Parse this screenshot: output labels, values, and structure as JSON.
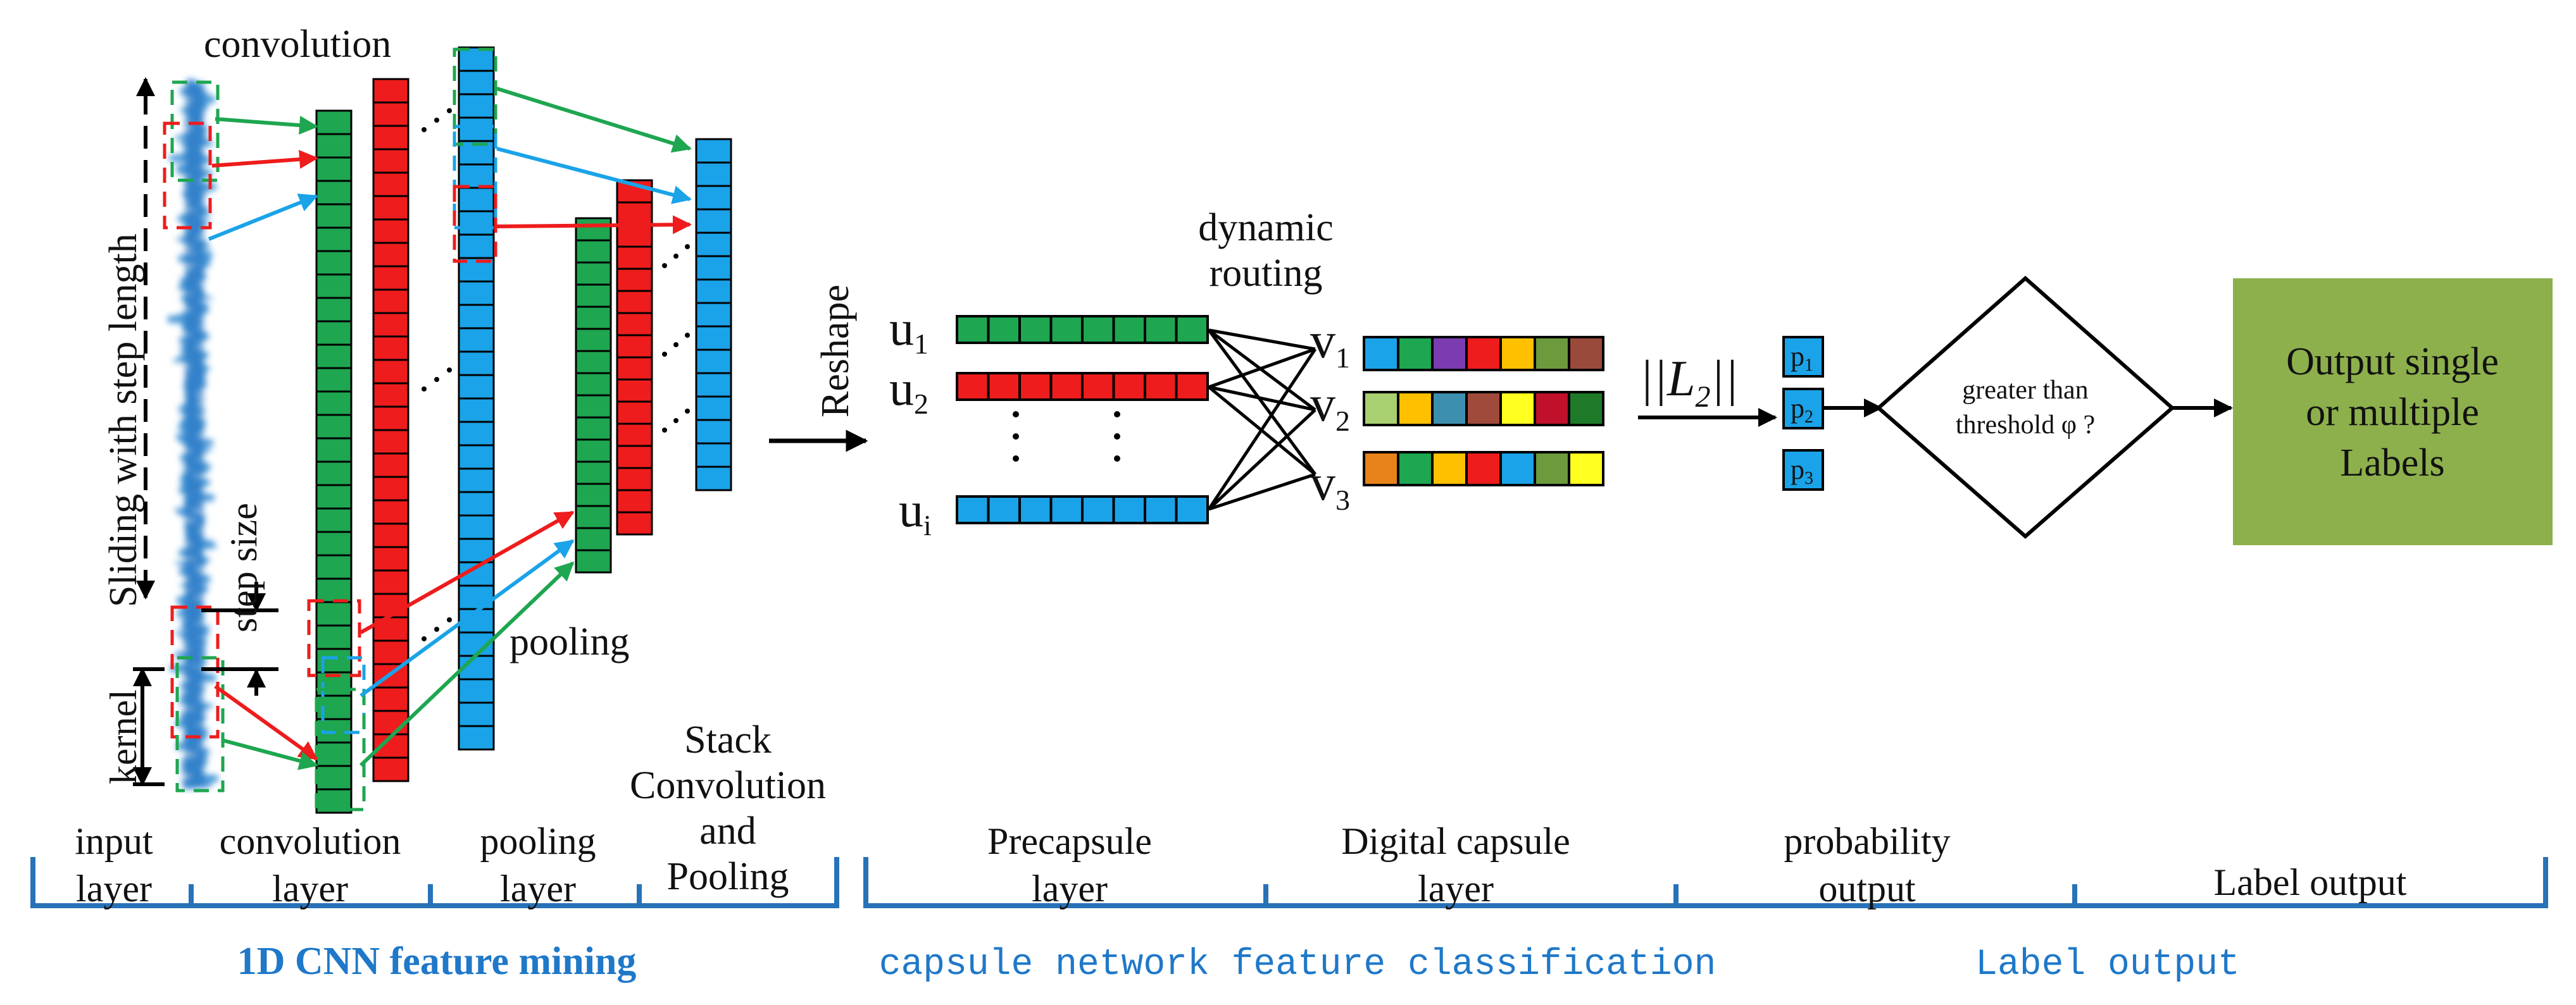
{
  "colors": {
    "green": "#1ea650",
    "red": "#ee1c1c",
    "blue": "#1aa3e8",
    "bracket": "#2872b8",
    "output_box": "#8db04c"
  },
  "top_labels": {
    "convolution": "convolution",
    "pooling": "pooling",
    "stack_line1": "Stack",
    "stack_line2": "Convolution",
    "stack_line3": "and",
    "stack_line4": "Pooling",
    "sliding": "Sliding with step length",
    "step_size": "step size",
    "kernel": "kernel",
    "reshape": "Reshape",
    "dynamic_routing_line1": "dynamic",
    "dynamic_routing_line2": "routing"
  },
  "capsules": {
    "u_labels": [
      "u",
      "u",
      "u"
    ],
    "u_subscripts": [
      "1",
      "2",
      "i"
    ],
    "v_labels": [
      "v",
      "v",
      "v"
    ],
    "v_subscripts": [
      "1",
      "2",
      "3"
    ],
    "norm_label": "||L",
    "norm_subscript": "2",
    "norm_close": "||",
    "p_labels": [
      "p",
      "p",
      "p"
    ],
    "p_subscripts": [
      "1",
      "2",
      "3"
    ],
    "v1_colors": [
      "#1aa3e8",
      "#1ea650",
      "#7a3cb0",
      "#ee1c1c",
      "#ffc000",
      "#6c9a3c",
      "#9a4a3a"
    ],
    "v2_colors": [
      "#a8cf70",
      "#ffc000",
      "#3d8fb0",
      "#a04a3c",
      "#ffff20",
      "#c0102a",
      "#1e7a28"
    ],
    "v3_colors": [
      "#e8821a",
      "#1ea650",
      "#ffc000",
      "#ee1c1c",
      "#1aa3e8",
      "#6c9a3c",
      "#ffff20"
    ]
  },
  "decision": {
    "line1": "greater than",
    "line2": "threshold φ ?"
  },
  "output": {
    "line1": "Output single",
    "line2": "or multiple",
    "line3": "Labels"
  },
  "stages": [
    {
      "line1": "input",
      "line2": "layer"
    },
    {
      "line1": "convolution",
      "line2": "layer"
    },
    {
      "line1": "pooling",
      "line2": "layer"
    },
    {
      "line1": "Precapsule",
      "line2": "layer"
    },
    {
      "line1": "Digital capsule",
      "line2": "layer"
    },
    {
      "line1": "probability",
      "line2": "output"
    },
    {
      "line1": "Label output",
      "line2": ""
    }
  ],
  "section_labels": {
    "cnn": "1D CNN feature mining",
    "capsule": "capsule network feature classification",
    "label": "Label output"
  }
}
